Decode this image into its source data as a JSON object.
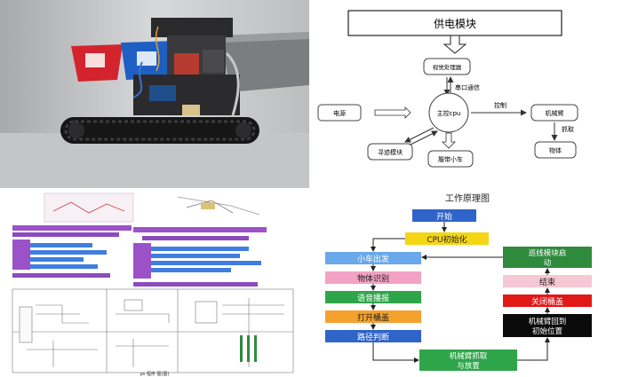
{
  "diagram": {
    "top_box": "供电模块",
    "vision": "视觉处理器",
    "serial": "串口通信",
    "power": "电源",
    "cpu": "主控cpu",
    "control": "控制",
    "arm": "机械臂",
    "grab": "抓取",
    "object": "物体",
    "line_module": "寻迹模块",
    "car": "履带小车"
  },
  "code_caption": "ps 程序 图(图)",
  "flow": {
    "title": "工作原理图",
    "start": "开始",
    "cpu_init": "CPU初始化",
    "car_start": "小车出发",
    "object_detect": "物体识别",
    "voice": "语音播报",
    "open_bin": "打开桶盖",
    "path": "路径判断",
    "arm_grab": "机械臂抓取\n与放置",
    "arm_return": "机械臂回到\n初始位置",
    "close_bin": "关闭桶盖",
    "end": "结束",
    "line_start": "巡线模块启\n动"
  },
  "colors": {
    "blue": "#2f64c8",
    "yellow": "#f5d614",
    "lightblue": "#69a8ea",
    "pink": "#f2a2c4",
    "green": "#2fa54a",
    "orange": "#f5a12d",
    "red": "#e01818",
    "black": "#0b0b0b",
    "darkgreen": "#2f8a3c",
    "lightpink": "#f6c7d5"
  }
}
